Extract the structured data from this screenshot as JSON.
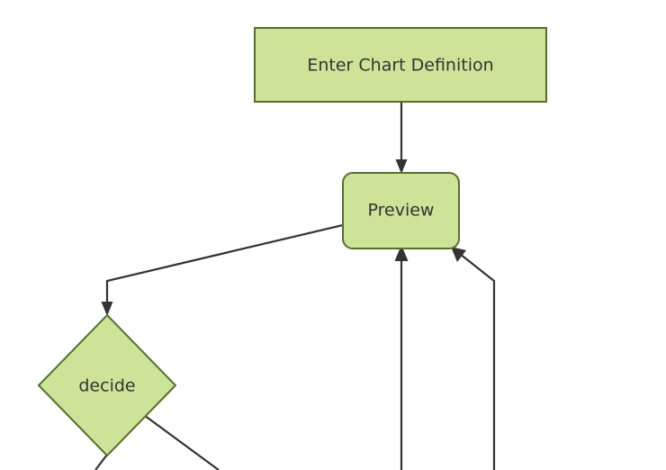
{
  "diagram": {
    "type": "flowchart",
    "background_color": "#ffffff",
    "node_fill_color": "#cde498",
    "node_stroke_color": "#53702c",
    "edge_color": "#333333",
    "text_color": "#333333",
    "nodes": [
      {
        "id": "enter-chart-definition",
        "label": "Enter Chart Definition",
        "shape": "rectangle"
      },
      {
        "id": "preview",
        "label": "Preview",
        "shape": "rounded-rectangle"
      },
      {
        "id": "decide",
        "label": "decide",
        "shape": "diamond"
      }
    ],
    "edges": [
      {
        "id": "edge-enter-to-preview",
        "from": "enter-chart-definition",
        "to": "preview",
        "label": ""
      },
      {
        "id": "edge-preview-to-decide",
        "from": "preview",
        "to": "decide",
        "label": ""
      },
      {
        "id": "edge-bottom-center-to-preview",
        "from": "",
        "to": "preview",
        "label": ""
      },
      {
        "id": "edge-bottom-right-to-preview",
        "from": "",
        "to": "preview",
        "label": ""
      },
      {
        "id": "edge-decide-bottom-out",
        "from": "decide",
        "to": "",
        "label": ""
      },
      {
        "id": "edge-decide-right-out",
        "from": "decide",
        "to": "",
        "label": ""
      }
    ]
  }
}
